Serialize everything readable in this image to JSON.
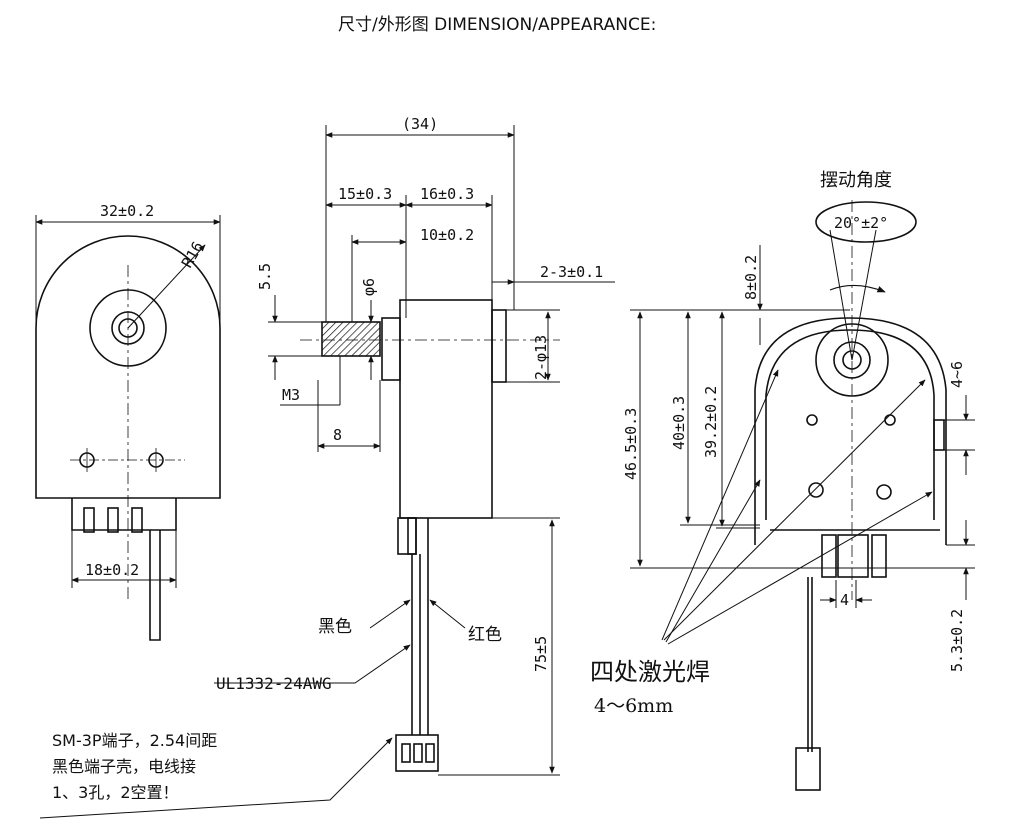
{
  "header": {
    "title": "尺寸/外形图 DIMENSION/APPEARANCE:"
  },
  "front_view": {
    "width": "32±0.2",
    "radius": "R16",
    "pin_spacing": "18±0.2"
  },
  "side_view": {
    "overall": "(34)",
    "left_len": "15±0.3",
    "right_len": "16±0.3",
    "shaft_len": "10±0.2",
    "flange": "2-3±0.1",
    "flat": "5.5",
    "shaft_dia": "φ6",
    "boss_dia": "2-φ13",
    "thread": "M3",
    "thread_len": "8",
    "lead_length": "75±5",
    "wire_black": "黑色",
    "wire_red": "红色",
    "wire_spec": "UL1332-24AWG",
    "connector_note": [
      "SM-3P端子，2.54间距",
      "黑色端子壳，电线接",
      "1、3孔，2空置！"
    ]
  },
  "rear_view": {
    "swing_label": "摆动角度",
    "swing_value": "20°±2°",
    "top_offset": "8±0.2",
    "h1": "46.5±0.3",
    "h2": "40±0.3",
    "h3": "39.2±0.2",
    "slot": "4~6",
    "tab_width": "4",
    "tab_height": "5.3±0.2",
    "weld_note": "四处激光焊",
    "weld_size": "4～6mm"
  }
}
